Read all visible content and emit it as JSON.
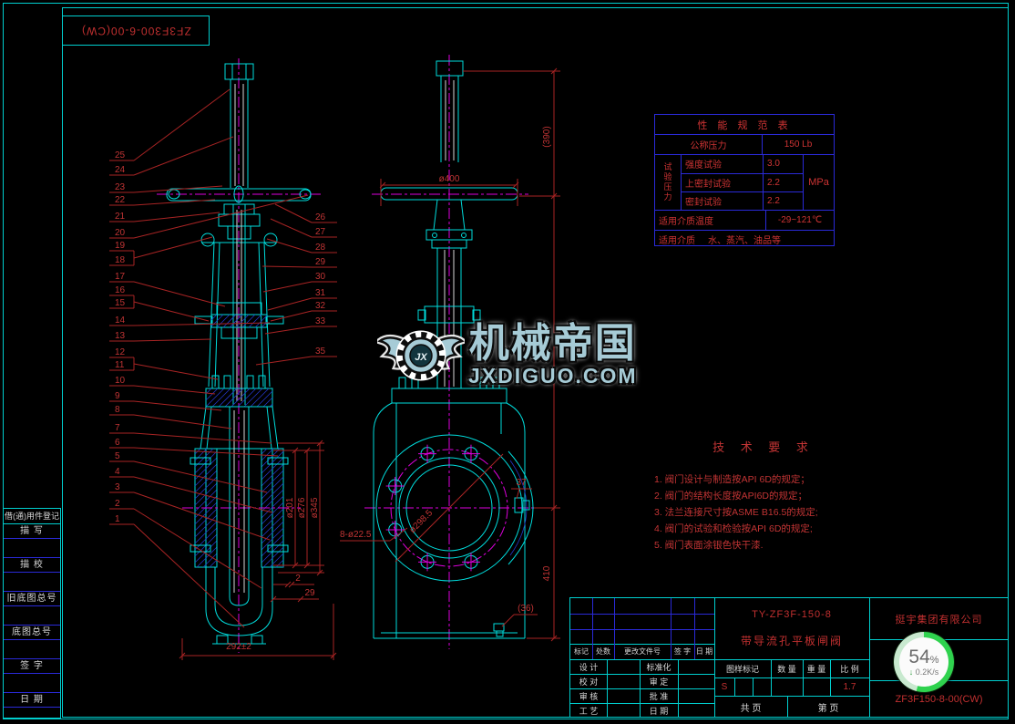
{
  "corner_ref": "ZF3F300-6-00(CW)",
  "watermark": {
    "logo": "JX",
    "brand": "机械帝国",
    "domain": "JXDIGUO.COM"
  },
  "progress": {
    "percent": "54",
    "percent_sign": "%",
    "arrow": "↓",
    "speed": "0.2K/s"
  },
  "sidebar": {
    "header": "借(通)用件登记",
    "rows": [
      "描  写",
      "描  校",
      "旧底图总号",
      "底图总号",
      "签  字",
      "日  期"
    ]
  },
  "spec_table": {
    "title": "性 能 规 范 表",
    "nominal_label": "公称压力",
    "nominal_value": "150 Lb",
    "group_label": "试验压力",
    "tests": [
      {
        "label": "强度试验",
        "value": "3.0"
      },
      {
        "label": "上密封试验",
        "value": "2.2"
      },
      {
        "label": "密封试验",
        "value": "2.2"
      }
    ],
    "unit": "MPa",
    "temp_label": "适用介质温度",
    "temp_value": "-29~121℃",
    "medium_label": "适用介质",
    "medium_value": "水、蒸汽、油品等"
  },
  "tech_req": {
    "title": "技 术 要 求",
    "items": [
      "1. 阀门设计与制造按API 6D的规定；",
      "2. 阀门的结构长度按API6D的规定；",
      "3. 法兰连接尺寸按ASME B16.5的规定;",
      "4. 阀门的试验和检验按API 6D的规定;",
      "5. 阀门表面涂银色快干漆."
    ]
  },
  "title_block": {
    "rev_headers": [
      "标记",
      "处数",
      "更改文件号",
      "签 字",
      "日 期"
    ],
    "sign_rows": [
      {
        "l1": "设 计",
        "l2": "标准化"
      },
      {
        "l1": "校 对",
        "l2": "审 定"
      },
      {
        "l1": "审 核",
        "l2": "批 准"
      },
      {
        "l1": "工 艺",
        "l2": "日 期"
      }
    ],
    "model": "TY-ZF3F-150-8",
    "product_name": "带导流孔平板闸阀",
    "grid_headers": [
      "图样标记",
      "数 量",
      "重 量",
      "比 例"
    ],
    "mark_value": "S",
    "scale_value": "1.7",
    "pages_total": "共   页",
    "pages_no": "第   页",
    "company": "挺宇集团有限公司",
    "drawing_no": "ZF3F150-8-00(CW)"
  },
  "dims": {
    "d400": "ø400",
    "h390": "(390)",
    "h410": "410",
    "flange": "ø298.5",
    "holes": "8-ø22.5",
    "plug": "37",
    "drain": "(36)",
    "gap": "2",
    "off": "29",
    "base": "292±2",
    "d201": "ø201",
    "d276": "ø276",
    "d345": "ø345"
  },
  "part_labels_left": [
    "25",
    "24",
    "23",
    "22",
    "21",
    "20",
    "19",
    "18",
    "17",
    "16",
    "15",
    "14",
    "13",
    "12",
    "11",
    "10",
    "9",
    "8",
    "7",
    "6",
    "5",
    "4",
    "3",
    "2",
    "1"
  ],
  "part_labels_right": [
    "26",
    "27",
    "28",
    "29",
    "30",
    "31",
    "32",
    "33",
    "35"
  ]
}
